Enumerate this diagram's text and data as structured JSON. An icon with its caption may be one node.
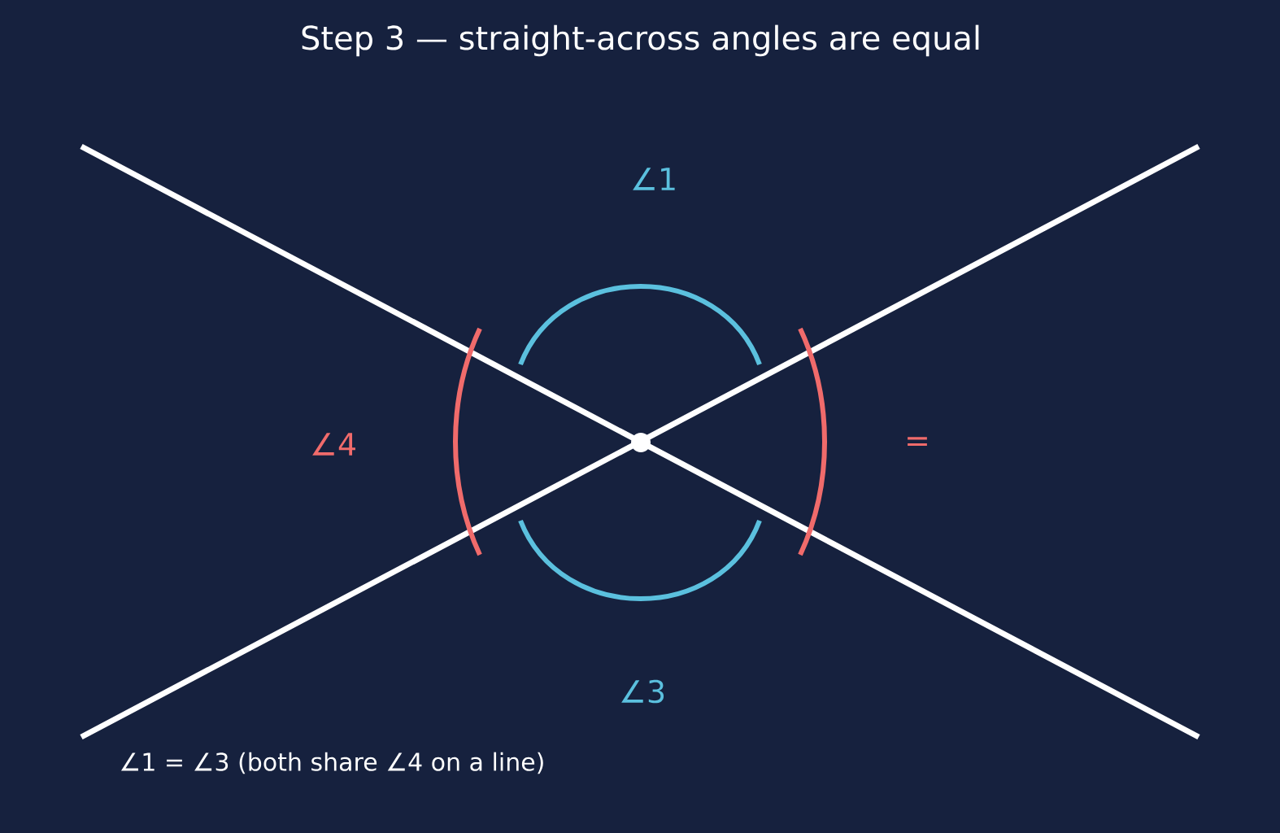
{
  "diagram": {
    "title": "Step 3 — straight-across angles are equal",
    "labels": [
      "∠1",
      "∠4",
      "=",
      "∠3",
      "∠1 = ∠3  (both share ∠4 on a line)"
    ]
  }
}
